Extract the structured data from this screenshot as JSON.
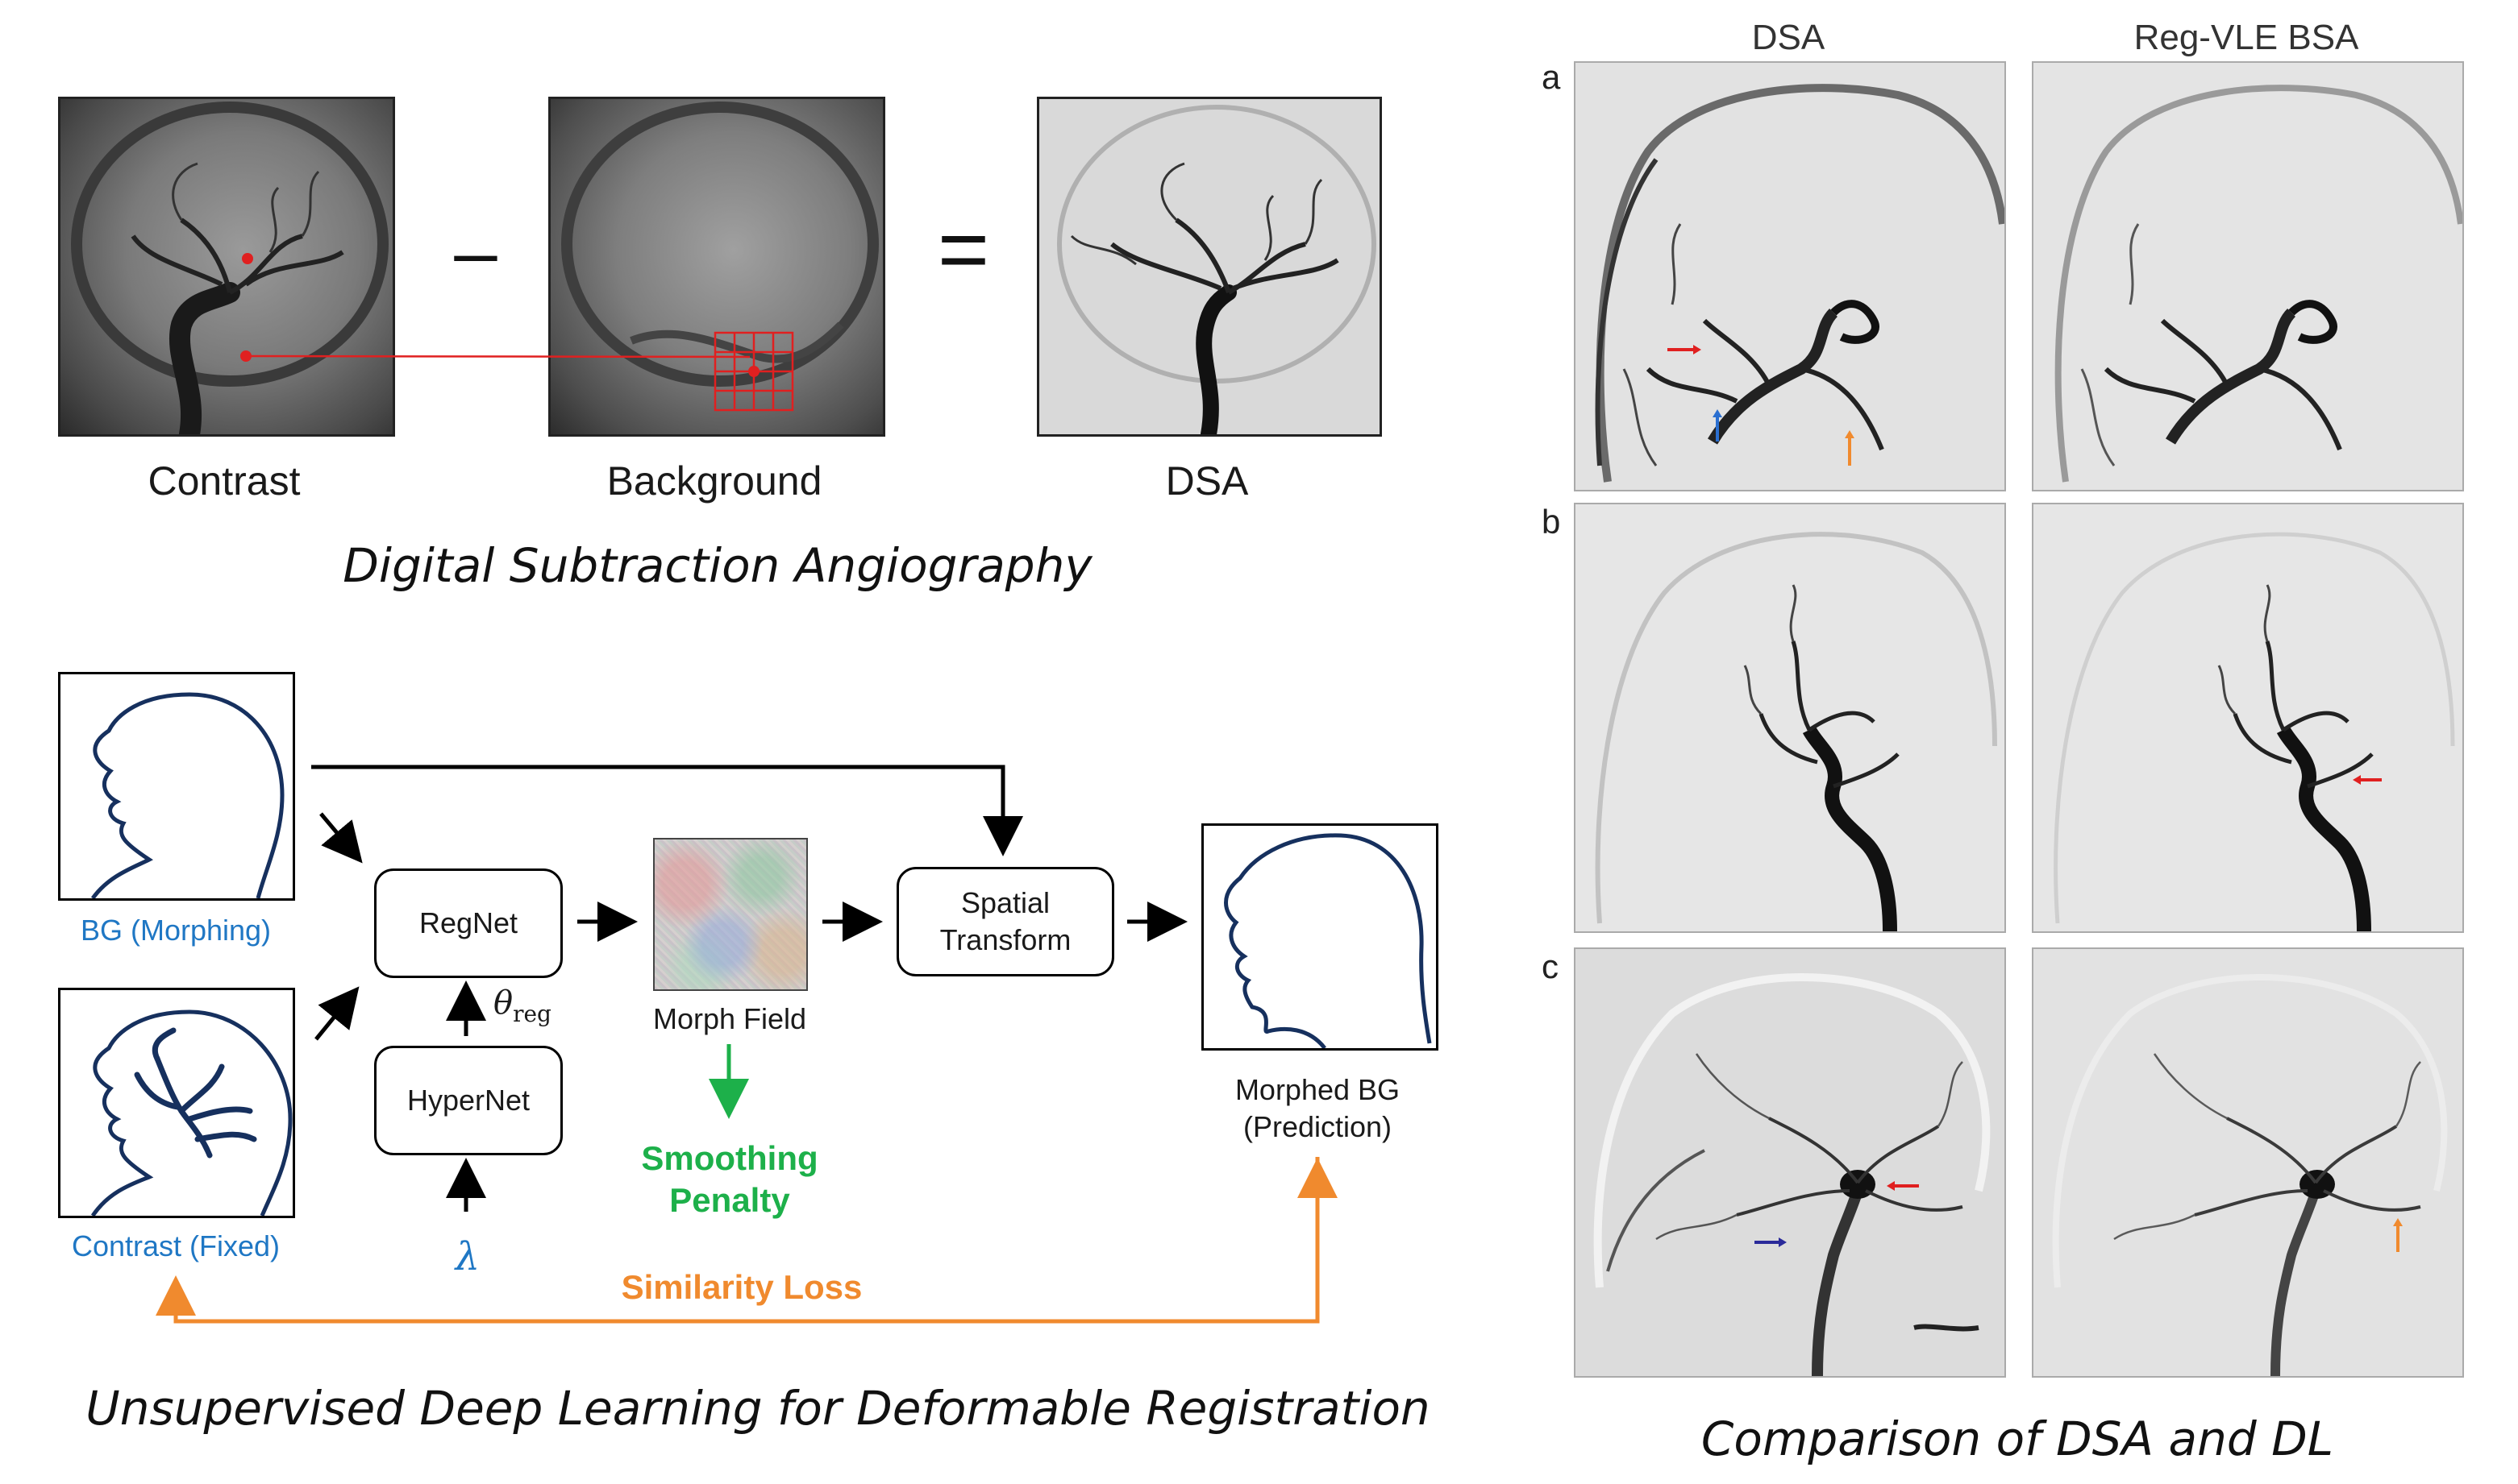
{
  "top": {
    "items": [
      "Contrast",
      "Background",
      "DSA"
    ],
    "minus": "–",
    "equals": "=",
    "caption": "Digital Subtraction Angiography"
  },
  "workflow": {
    "bg_label": "BG (Morphing)",
    "contrast_label": "Contrast (Fixed)",
    "regnet": "RegNet",
    "hypernet": "HyperNet",
    "theta": "θ",
    "theta_sub": "reg",
    "lambda": "λ",
    "morph_field": "Morph Field",
    "spatial_line1": "Spatial",
    "spatial_line2": "Transform",
    "morphed_line1": "Morphed BG",
    "morphed_line2": "(Prediction)",
    "smoothing_line1": "Smoothing",
    "smoothing_line2": "Penalty",
    "similarity": "Similarity Loss",
    "caption": "Unsupervised Deep Learning for Deformable Registration"
  },
  "comparison": {
    "col_headers": [
      "DSA",
      "Reg-VLE BSA"
    ],
    "row_labels": [
      "a",
      "b",
      "c"
    ],
    "caption": "Comparison of DSA and DL"
  },
  "colors": {
    "blue_label": "#1f77c4",
    "orange": "#f08a2e",
    "green": "#1db04a",
    "red": "#e02020",
    "outline_navy": "#16305e"
  }
}
